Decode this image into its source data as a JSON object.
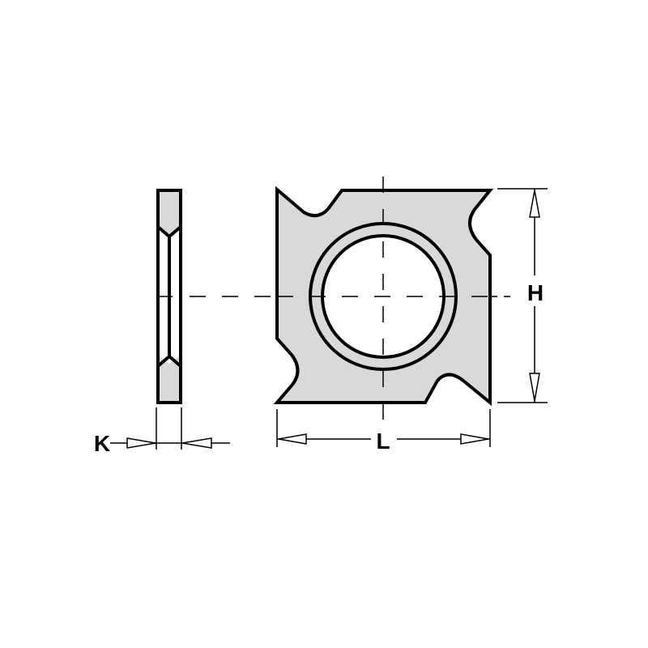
{
  "diagram": {
    "type": "technical drawing",
    "subject": "square reversible cutter insert with center hole",
    "views": {
      "side_view": {
        "label": "side view (thickness)"
      },
      "front_view": {
        "label": "front view"
      }
    },
    "dimensions": {
      "thickness": {
        "label": "K"
      },
      "length": {
        "label": "L"
      },
      "height": {
        "label": "H"
      }
    },
    "colors": {
      "fill": "#d9d9d9",
      "stroke": "#000000",
      "background": "#ffffff"
    }
  }
}
